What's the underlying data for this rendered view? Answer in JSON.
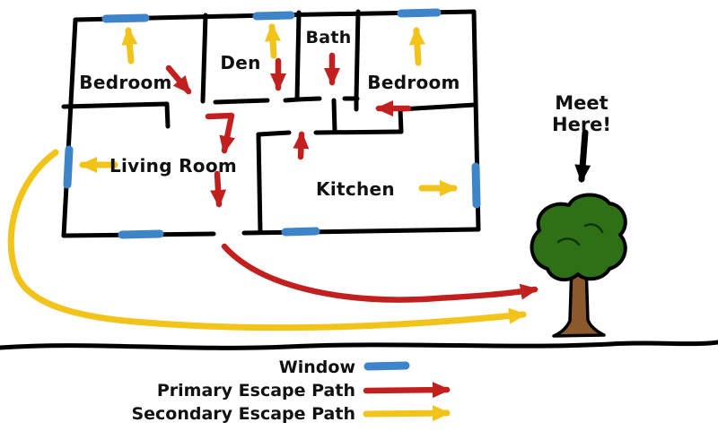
{
  "rooms": [
    {
      "label": "Bedroom"
    },
    {
      "label": "Den"
    },
    {
      "label": "Bath"
    },
    {
      "label": "Bedroom"
    },
    {
      "label": "Living Room"
    },
    {
      "label": "Kitchen"
    }
  ],
  "meeting_point": {
    "line1": "Meet",
    "line2": "Here!"
  },
  "legend": {
    "items": [
      {
        "label": "Window"
      },
      {
        "label": "Primary Escape Path"
      },
      {
        "label": "Secondary Escape Path"
      }
    ]
  },
  "colors": {
    "wall": "#000000",
    "window_blue": "#3d85c8",
    "primary_red": "#c21f1f",
    "secondary_yellow": "#f2c318",
    "meet_arrow": "#000000",
    "tree_canopy": "#2d7016",
    "tree_trunk": "#8a5a2b"
  }
}
